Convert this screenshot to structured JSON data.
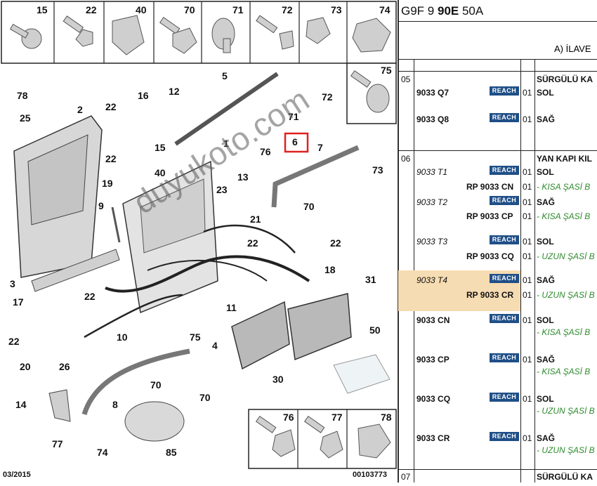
{
  "diagram": {
    "box_numbers": [
      "15",
      "22",
      "40",
      "70",
      "71",
      "72",
      "73",
      "74",
      "75"
    ],
    "bottom_box_numbers": [
      "76",
      "77",
      "78"
    ],
    "callouts": [
      "78",
      "25",
      "2",
      "16",
      "22",
      "22",
      "19",
      "12",
      "15",
      "40",
      "5",
      "71",
      "1",
      "72",
      "6",
      "7",
      "73",
      "9",
      "76",
      "13",
      "23",
      "70",
      "3",
      "21",
      "22",
      "22",
      "18",
      "17",
      "22",
      "22",
      "11",
      "10",
      "31",
      "20",
      "26",
      "75",
      "4",
      "30",
      "50",
      "70",
      "70",
      "14",
      "8",
      "77",
      "74",
      "85"
    ],
    "highlighted_callout": "6",
    "date": "03/2015",
    "doc_number": "00103773",
    "watermark": "duyukoto.com"
  },
  "parts": {
    "header_code": "G9F 9",
    "header_bold": "90E",
    "header_suffix": "50A",
    "additional_note": "A) İLAVE",
    "sections": [
      {
        "num": "05",
        "title": "SÜRGÜLÜ KA"
      },
      {
        "num": "06",
        "title": "YAN KAPI KIL"
      },
      {
        "num": "07",
        "title": "SÜRGÜLÜ KA"
      }
    ],
    "reach_label": "REACH",
    "rows": [
      {
        "ref": "9033 Q7",
        "qty": "01",
        "side": "SOL",
        "italic": false,
        "repl": "",
        "note": ""
      },
      {
        "ref": "9033 Q8",
        "qty": "01",
        "side": "SAĞ",
        "italic": false,
        "repl": "",
        "note": ""
      },
      {
        "ref": "9033 T1",
        "qty": "01",
        "side": "SOL",
        "italic": true,
        "repl": "RP 9033 CN",
        "repl_qty": "01",
        "note": "- KISA ŞASİ B"
      },
      {
        "ref": "9033 T2",
        "qty": "01",
        "side": "SAĞ",
        "italic": true,
        "repl": "RP 9033 CP",
        "repl_qty": "01",
        "note": "- KISA ŞASİ B"
      },
      {
        "ref": "9033 T3",
        "qty": "01",
        "side": "SOL",
        "italic": true,
        "repl": "RP 9033 CQ",
        "repl_qty": "01",
        "note": "- UZUN ŞASİ B"
      },
      {
        "ref": "9033 T4",
        "qty": "01",
        "side": "SAĞ",
        "italic": true,
        "repl": "RP 9033 CR",
        "repl_qty": "01",
        "note": "- UZUN ŞASİ B"
      },
      {
        "ref": "9033 CN",
        "qty": "01",
        "side": "SOL",
        "italic": false,
        "repl": "",
        "note": "- KISA ŞASİ B"
      },
      {
        "ref": "9033 CP",
        "qty": "01",
        "side": "SAĞ",
        "italic": false,
        "repl": "",
        "note": "- KISA ŞASİ B"
      },
      {
        "ref": "9033 CQ",
        "qty": "01",
        "side": "SOL",
        "italic": false,
        "repl": "",
        "note": "- UZUN ŞASİ B"
      },
      {
        "ref": "9033 CR",
        "qty": "01",
        "side": "SAĞ",
        "italic": false,
        "repl": "",
        "note": "- UZUN ŞASİ B"
      }
    ]
  }
}
